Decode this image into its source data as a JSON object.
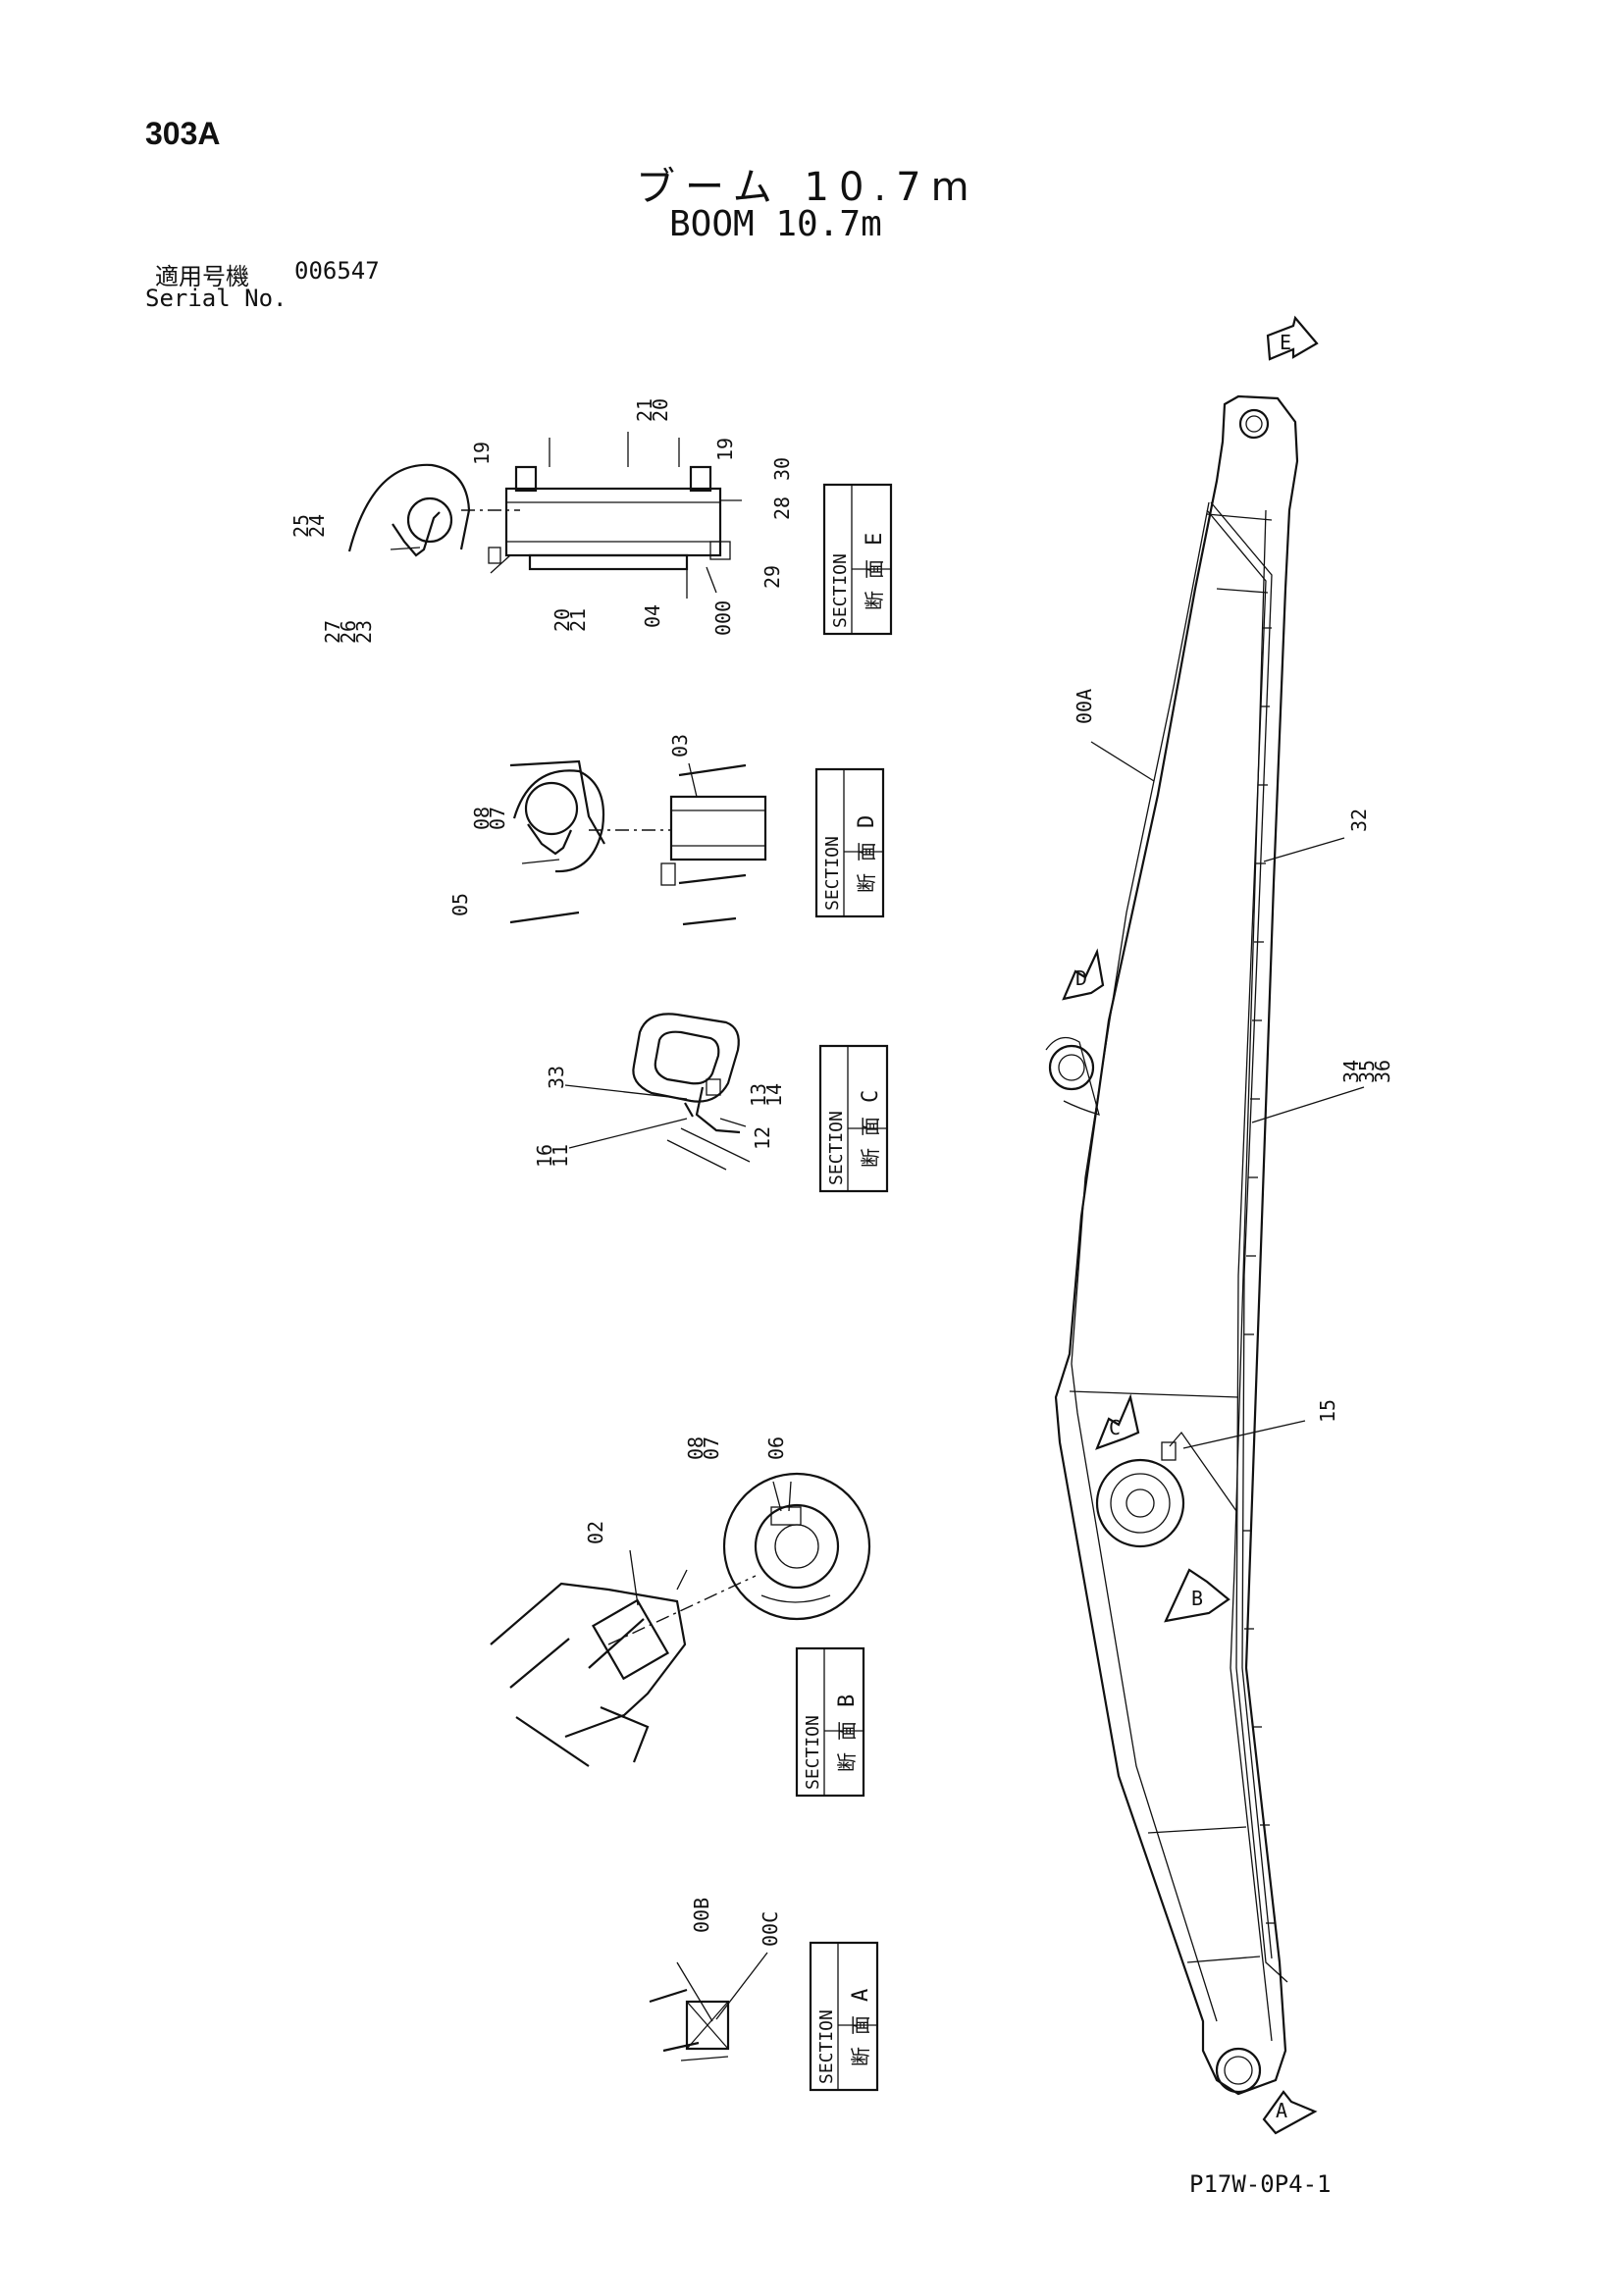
{
  "page_number": "303A",
  "title_ja": "ブーム 10.7m",
  "title_en": "BOOM 10.7m",
  "serial": {
    "label_ja": "適用号機",
    "value": "006547",
    "label_en": "Serial No."
  },
  "drawing_code": "P17W-0P4-1",
  "sections": [
    {
      "letter": "E",
      "ja": "断 面",
      "en": "SECTION"
    },
    {
      "letter": "D",
      "ja": "断 面",
      "en": "SECTION"
    },
    {
      "letter": "C",
      "ja": "断 面",
      "en": "SECTION"
    },
    {
      "letter": "B",
      "ja": "断 面",
      "en": "SECTION"
    },
    {
      "letter": "A",
      "ja": "断 面",
      "en": "SECTION"
    }
  ],
  "view_markers": [
    "E",
    "D",
    "C",
    "B",
    "A"
  ],
  "part_numbers": {
    "sec_e": [
      "19",
      "21",
      "20",
      "19",
      "30",
      "28",
      "29",
      "000",
      "04",
      "20",
      "21",
      "25",
      "24",
      "27",
      "26",
      "23"
    ],
    "sec_d": [
      "03",
      "08",
      "07",
      "05"
    ],
    "sec_c": [
      "33",
      "13",
      "14",
      "12",
      "16",
      "11"
    ],
    "sec_b": [
      "08",
      "07",
      "06",
      "02"
    ],
    "sec_a": [
      "00B",
      "00C"
    ],
    "boom": [
      "00A",
      "32",
      "34",
      "35",
      "36",
      "15"
    ]
  }
}
